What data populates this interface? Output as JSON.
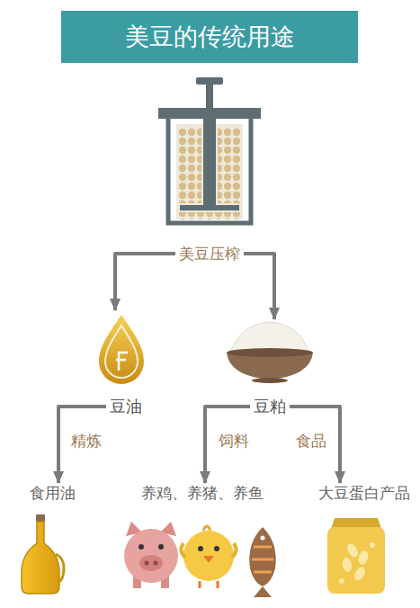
{
  "diagram": {
    "title": "美豆的传统用途",
    "nodes": [
      {
        "text": [
          "美豆压榨"
        ]
      },
      {
        "text": [
          "豆油"
        ]
      },
      {
        "text": [
          "豆粕"
        ]
      },
      {
        "text": [
          "食用油"
        ]
      },
      {
        "text": [
          "养鸡、养猪、养鱼"
        ]
      },
      {
        "text": [
          "大豆蛋白产品"
        ]
      }
    ],
    "edges": [
      {
        "from": 0,
        "to": 1,
        "arrow": "to"
      },
      {
        "from": 0,
        "to": 2,
        "arrow": "to"
      },
      {
        "from": 1,
        "to": 3,
        "label": "精炼",
        "arrow": "to"
      },
      {
        "from": 2,
        "to": 4,
        "label": "饲料",
        "arrow": "to"
      },
      {
        "from": 2,
        "to": 5,
        "label": "食品",
        "arrow": "to"
      }
    ]
  }
}
